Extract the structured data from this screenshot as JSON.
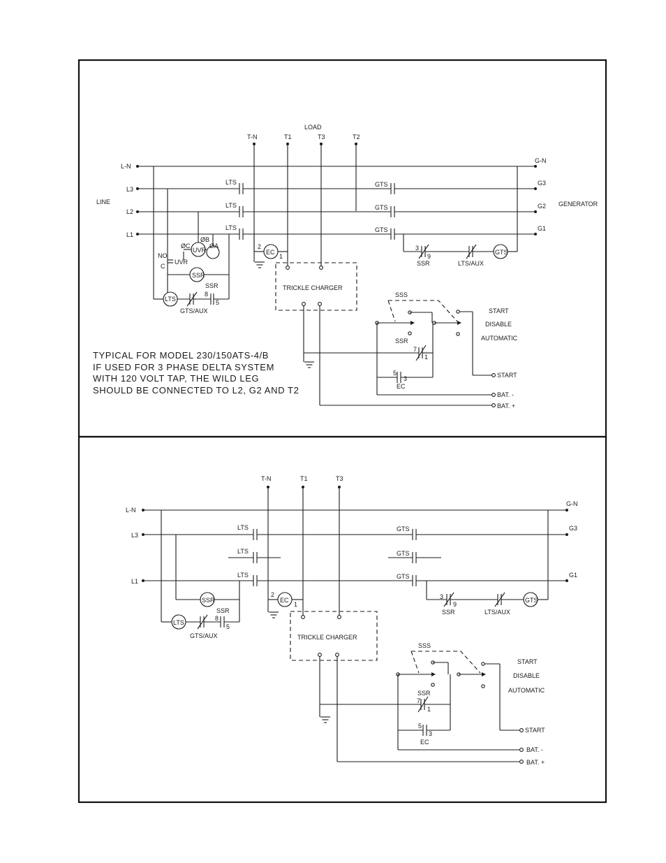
{
  "top": {
    "load": "LOAD",
    "line": "LINE",
    "generator": "GENERATOR",
    "tn": "T-N",
    "t1": "T1",
    "t3": "T3",
    "t2": "T2",
    "ln": "L-N",
    "l3": "L3",
    "l2": "L2",
    "l1": "L1",
    "gn": "G-N",
    "g3": "G3",
    "g2": "G2",
    "g1": "G1",
    "lts": "LTS",
    "gts": "GTS",
    "phc": "ØC",
    "phb": "ØB",
    "pha": "ØA",
    "uvr": "UVR",
    "no": "NO",
    "c": "C",
    "ssr": "SSR",
    "gtsaux": "GTS/AUX",
    "ltsaux": "LTS/AUX",
    "ec": "EC",
    "n1": "1",
    "n2": "2",
    "n3": "3",
    "n5": "5",
    "n7": "7",
    "n8": "8",
    "n9": "9",
    "trickle": "TRICKLE CHARGER",
    "sss": "SSS",
    "start": "START",
    "disable": "DISABLE",
    "automatic": "AUTOMATIC",
    "start_term": "START",
    "bat_neg": "BAT. -",
    "bat_pos": "BAT. +",
    "note": [
      "TYPICAL FOR MODEL 230/150ATS-4/B",
      "IF USED FOR 3 PHASE DELTA SYSTEM",
      "WITH 120 VOLT TAP, THE WILD LEG",
      "SHOULD BE CONNECTED TO L2, G2 AND T2"
    ]
  },
  "bottom": {
    "tn": "T-N",
    "t1": "T1",
    "t3": "T3",
    "ln": "L-N",
    "l3": "L3",
    "l1": "L1",
    "gn": "G-N",
    "g3": "G3",
    "g1": "G1",
    "lts": "LTS",
    "gts": "GTS",
    "ssr": "SSR",
    "gtsaux": "GTS/AUX",
    "ltsaux": "LTS/AUX",
    "ec": "EC",
    "n1": "1",
    "n2": "2",
    "n3": "3",
    "n5": "5",
    "n7": "7",
    "n8": "8",
    "n9": "9",
    "trickle": "TRICKLE CHARGER",
    "sss": "SSS",
    "start": "START",
    "disable": "DISABLE",
    "automatic": "AUTOMATIC",
    "start_term": "START",
    "bat_neg": "BAT. -",
    "bat_pos": "BAT. +"
  }
}
